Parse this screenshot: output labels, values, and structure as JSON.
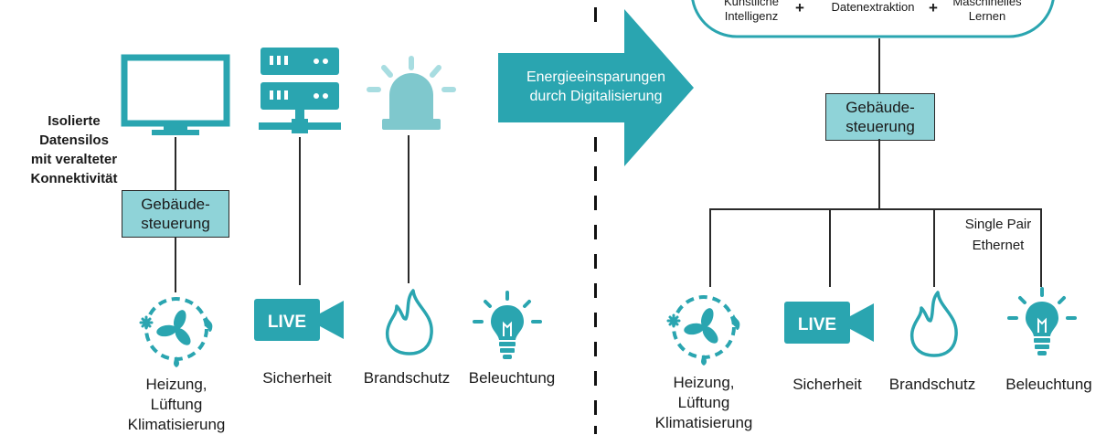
{
  "left": {
    "note": [
      "Isolierte",
      "Datensilos",
      "mit veralteter",
      "Konnektivität"
    ],
    "control_box": [
      "Gebäude-",
      "steuerung"
    ],
    "labels": {
      "hvac": [
        "Heizung,",
        "Lüftung",
        "Klimatisierung"
      ],
      "security": "Sicherheit",
      "fire": "Brandschutz",
      "lighting": "Beleuchtung"
    }
  },
  "arrow": {
    "text": [
      "Energieeinsparungen",
      "durch Digitalisierung"
    ]
  },
  "right": {
    "cloud": {
      "ai": [
        "Künstliche",
        "Intelligenz"
      ],
      "extraction": "Datenextraktion",
      "ml": [
        "Maschinelles",
        "Lernen"
      ],
      "plus": "+"
    },
    "control_box": [
      "Gebäude-",
      "steuerung"
    ],
    "bus_label": [
      "Single Pair",
      "Ethernet"
    ],
    "labels": {
      "hvac": [
        "Heizung,",
        "Lüftung",
        "Klimatisierung"
      ],
      "security": "Sicherheit",
      "fire": "Brandschutz",
      "lighting": "Beleuchtung"
    }
  },
  "icons": {
    "monitor": "monitor-icon",
    "server": "server-rack-icon",
    "alarm": "alarm-beacon-icon",
    "hvac": "hvac-fan-icon",
    "live": "live-camera-icon",
    "flame": "flame-icon",
    "bulb": "lightbulb-icon"
  },
  "colors": {
    "teal": "#2aa5b0",
    "light_teal": "#8fd3d8",
    "alarm_teal": "#7fc8cd"
  }
}
